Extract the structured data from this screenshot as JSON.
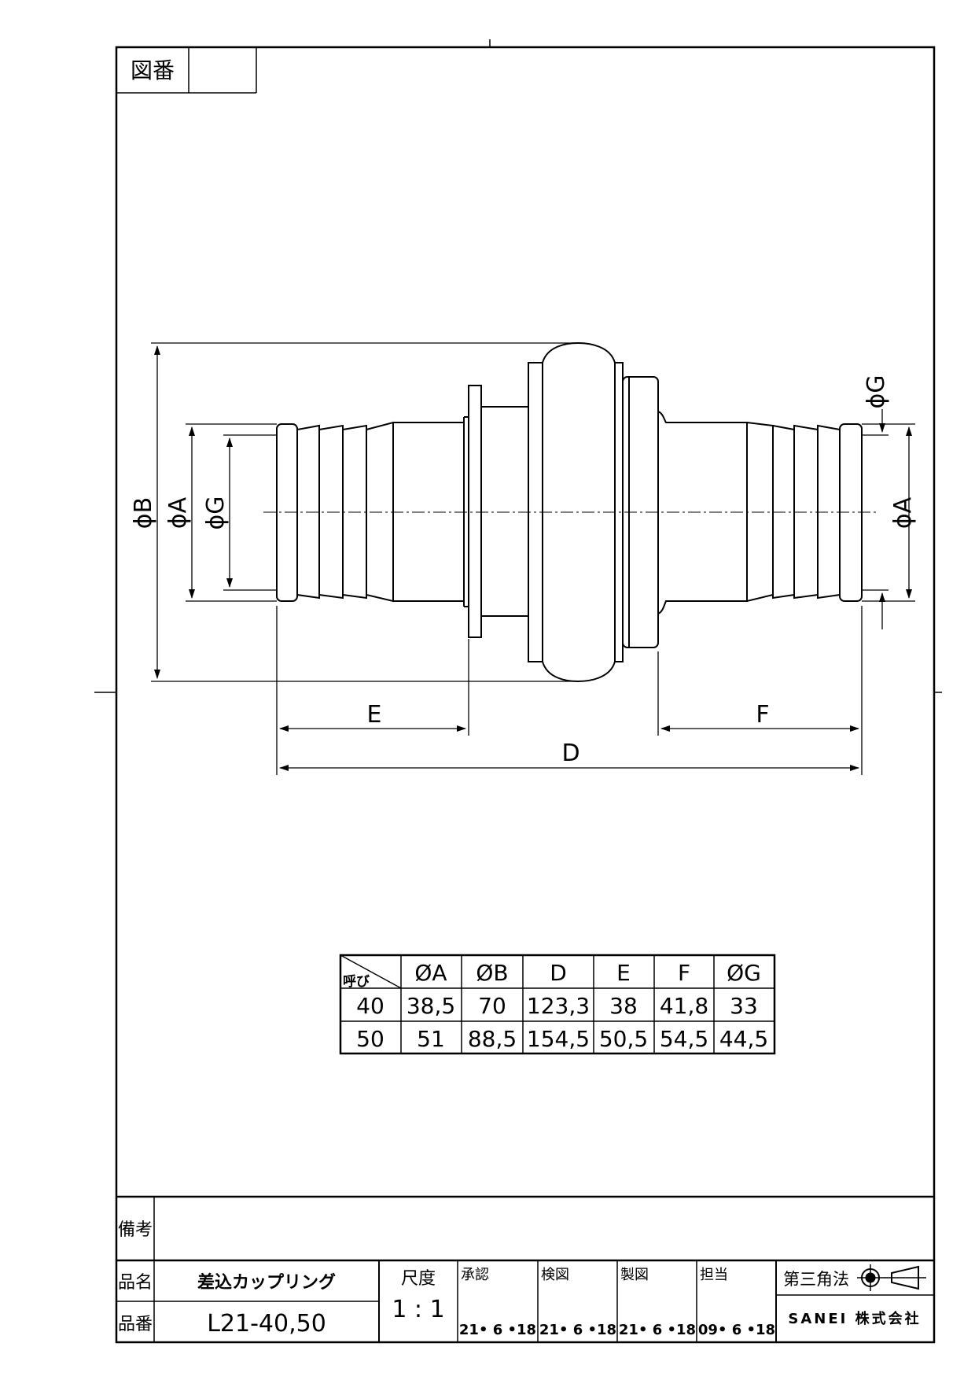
{
  "title_block": {
    "zuban_label": "図番",
    "zuban_value": "",
    "biko_label": "備考",
    "biko_value": "",
    "hinmei_label": "品名",
    "hinmei_value": "差込カップリング",
    "hinban_label": "品番",
    "hinban_value": "L21-40,50",
    "scale_label": "尺度",
    "scale_value": "1 : 1",
    "approvals": [
      {
        "label": "承認",
        "date": "21• 6 •18"
      },
      {
        "label": "検図",
        "date": "21• 6 •18"
      },
      {
        "label": "製図",
        "date": "21• 6 •18"
      },
      {
        "label": "担当",
        "date": "09• 6 •18"
      }
    ],
    "projection_label": "第三角法",
    "company": "SANEI 株式会社"
  },
  "dimensions": {
    "phiB": "ϕB",
    "phiA_left": "ϕA",
    "phiG_left": "ϕG",
    "phiG_right": "ϕG",
    "phiA_right": "ϕA",
    "E": "E",
    "F": "F",
    "D": "D"
  },
  "dim_table": {
    "corner_label": "呼び",
    "headers": [
      "ØA",
      "ØB",
      "D",
      "E",
      "F",
      "ØG"
    ],
    "rows": [
      {
        "nominal": "40",
        "cells": [
          "38,5",
          "70",
          "123,3",
          "38",
          "41,8",
          "33"
        ]
      },
      {
        "nominal": "50",
        "cells": [
          "51",
          "88,5",
          "154,5",
          "50,5",
          "54,5",
          "44,5"
        ]
      }
    ]
  }
}
